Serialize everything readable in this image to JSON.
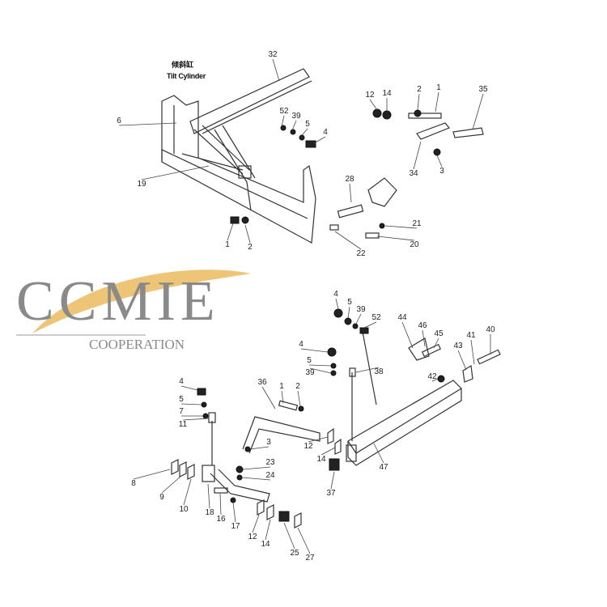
{
  "diagram": {
    "tilt_cylinder_label_cn": "倾斜缸",
    "tilt_cylinder_label_en": "Tilt Cylinder",
    "callouts": [
      "32",
      "6",
      "52",
      "39",
      "5",
      "4",
      "19",
      "1",
      "2",
      "28",
      "22",
      "21",
      "20",
      "12",
      "14",
      "2",
      "1",
      "35",
      "34",
      "3",
      "4",
      "5",
      "39",
      "52",
      "44",
      "46",
      "45",
      "41",
      "40",
      "43",
      "4",
      "5",
      "39",
      "38",
      "42",
      "47",
      "12",
      "14",
      "37",
      "4",
      "36",
      "1",
      "2",
      "5",
      "7",
      "11",
      "3",
      "23",
      "24",
      "8",
      "9",
      "10",
      "18",
      "16",
      "17",
      "12",
      "14",
      "25",
      "27"
    ]
  },
  "watermark": {
    "brand": "CCMIE",
    "subtitle": "COOPERATION",
    "accent_color": "#e8b04a"
  }
}
